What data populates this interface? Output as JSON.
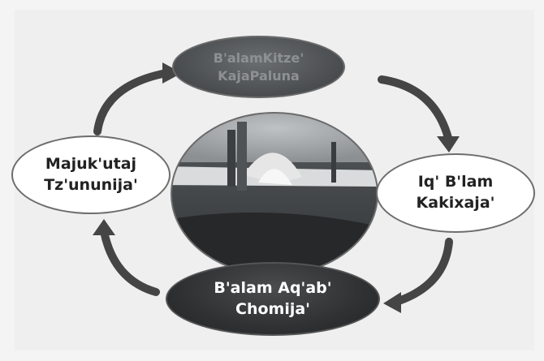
{
  "diagram": {
    "nodes": {
      "top": {
        "line1": "B'alamKitze'",
        "line2": "KajaPaluna"
      },
      "left": {
        "line1": "Majuk'utaj",
        "line2": "Tz'ununija'"
      },
      "right": {
        "line1": "Iq' B'lam",
        "line2": "Kakixaja'"
      },
      "bottom": {
        "line1": "B'alam Aq'ab'",
        "line2": "Chomija'"
      }
    },
    "colors": {
      "arrow": "#454545",
      "node_dark": "#2f3133",
      "node_light": "#ffffff"
    }
  }
}
